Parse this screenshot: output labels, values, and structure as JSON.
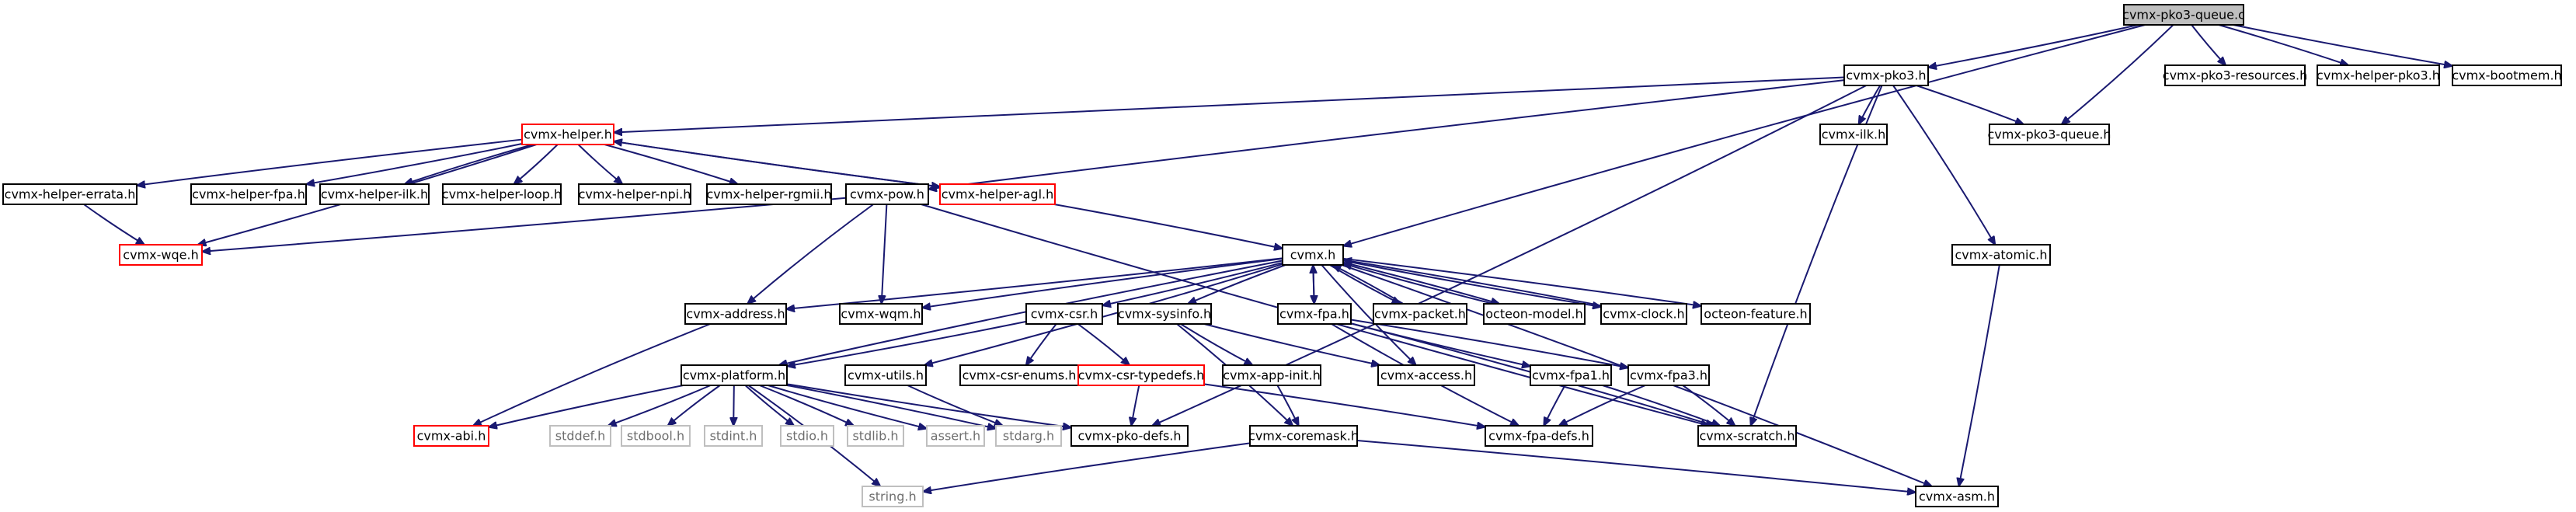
{
  "nodes": [
    {
      "id": "cvmx_pko3_queue_c",
      "label": "cvmx-pko3-queue.c",
      "style": "root"
    },
    {
      "id": "cvmx_pko3_h",
      "label": "cvmx-pko3.h",
      "style": "normal"
    },
    {
      "id": "cvmx_pko3_resources_h",
      "label": "cvmx-pko3-resources.h",
      "style": "normal"
    },
    {
      "id": "cvmx_helper_pko3_h",
      "label": "cvmx-helper-pko3.h",
      "style": "normal"
    },
    {
      "id": "cvmx_bootmem_h",
      "label": "cvmx-bootmem.h",
      "style": "normal"
    },
    {
      "id": "cvmx_helper_h",
      "label": "cvmx-helper.h",
      "style": "red"
    },
    {
      "id": "cvmx_ilk_h",
      "label": "cvmx-ilk.h",
      "style": "normal"
    },
    {
      "id": "cvmx_pko3_queue_h",
      "label": "cvmx-pko3-queue.h",
      "style": "normal"
    },
    {
      "id": "cvmx_helper_errata_h",
      "label": "cvmx-helper-errata.h",
      "style": "normal"
    },
    {
      "id": "cvmx_helper_fpa_h",
      "label": "cvmx-helper-fpa.h",
      "style": "normal"
    },
    {
      "id": "cvmx_helper_ilk_h",
      "label": "cvmx-helper-ilk.h",
      "style": "normal"
    },
    {
      "id": "cvmx_helper_loop_h",
      "label": "cvmx-helper-loop.h",
      "style": "normal"
    },
    {
      "id": "cvmx_helper_npi_h",
      "label": "cvmx-helper-npi.h",
      "style": "normal"
    },
    {
      "id": "cvmx_helper_rgmii_h",
      "label": "cvmx-helper-rgmii.h",
      "style": "normal"
    },
    {
      "id": "cvmx_pow_h",
      "label": "cvmx-pow.h",
      "style": "normal"
    },
    {
      "id": "cvmx_helper_agl_h",
      "label": "cvmx-helper-agl.h",
      "style": "red"
    },
    {
      "id": "cvmx_wqe_h",
      "label": "cvmx-wqe.h",
      "style": "red"
    },
    {
      "id": "cvmx_h",
      "label": "cvmx.h",
      "style": "normal"
    },
    {
      "id": "cvmx_atomic_h",
      "label": "cvmx-atomic.h",
      "style": "normal"
    },
    {
      "id": "cvmx_address_h",
      "label": "cvmx-address.h",
      "style": "normal"
    },
    {
      "id": "cvmx_wqm_h",
      "label": "cvmx-wqm.h",
      "style": "normal"
    },
    {
      "id": "cvmx_csr_h",
      "label": "cvmx-csr.h",
      "style": "normal"
    },
    {
      "id": "cvmx_sysinfo_h",
      "label": "cvmx-sysinfo.h",
      "style": "normal"
    },
    {
      "id": "cvmx_fpa_h",
      "label": "cvmx-fpa.h",
      "style": "normal"
    },
    {
      "id": "cvmx_packet_h",
      "label": "cvmx-packet.h",
      "style": "normal"
    },
    {
      "id": "octeon_model_h",
      "label": "octeon-model.h",
      "style": "normal"
    },
    {
      "id": "cvmx_clock_h",
      "label": "cvmx-clock.h",
      "style": "normal"
    },
    {
      "id": "octeon_feature_h",
      "label": "octeon-feature.h",
      "style": "normal"
    },
    {
      "id": "cvmx_platform_h",
      "label": "cvmx-platform.h",
      "style": "normal"
    },
    {
      "id": "cvmx_utils_h",
      "label": "cvmx-utils.h",
      "style": "normal"
    },
    {
      "id": "cvmx_csr_enums_h",
      "label": "cvmx-csr-enums.h",
      "style": "normal"
    },
    {
      "id": "cvmx_csr_typedefs_h",
      "label": "cvmx-csr-typedefs.h",
      "style": "red"
    },
    {
      "id": "cvmx_app_init_h",
      "label": "cvmx-app-init.h",
      "style": "normal"
    },
    {
      "id": "cvmx_access_h",
      "label": "cvmx-access.h",
      "style": "normal"
    },
    {
      "id": "cvmx_fpa1_h",
      "label": "cvmx-fpa1.h",
      "style": "normal"
    },
    {
      "id": "cvmx_fpa3_h",
      "label": "cvmx-fpa3.h",
      "style": "normal"
    },
    {
      "id": "cvmx_abi_h",
      "label": "cvmx-abi.h",
      "style": "red"
    },
    {
      "id": "stddef_h",
      "label": "stddef.h",
      "style": "gray"
    },
    {
      "id": "stdbool_h",
      "label": "stdbool.h",
      "style": "gray"
    },
    {
      "id": "stdint_h",
      "label": "stdint.h",
      "style": "gray"
    },
    {
      "id": "stdio_h",
      "label": "stdio.h",
      "style": "gray"
    },
    {
      "id": "stdlib_h",
      "label": "stdlib.h",
      "style": "gray"
    },
    {
      "id": "assert_h",
      "label": "assert.h",
      "style": "gray"
    },
    {
      "id": "stdarg_h",
      "label": "stdarg.h",
      "style": "gray"
    },
    {
      "id": "cvmx_pko_defs_h",
      "label": "cvmx-pko-defs.h",
      "style": "normal"
    },
    {
      "id": "cvmx_coremask_h",
      "label": "cvmx-coremask.h",
      "style": "normal"
    },
    {
      "id": "cvmx_fpa_defs_h",
      "label": "cvmx-fpa-defs.h",
      "style": "normal"
    },
    {
      "id": "cvmx_scratch_h",
      "label": "cvmx-scratch.h",
      "style": "normal"
    },
    {
      "id": "string_h",
      "label": "string.h",
      "style": "gray"
    },
    {
      "id": "cvmx_asm_h",
      "label": "cvmx-asm.h",
      "style": "normal"
    }
  ],
  "edges": [
    [
      "cvmx_pko3_queue_c",
      "cvmx_pko3_h"
    ],
    [
      "cvmx_pko3_queue_c",
      "cvmx_pko3_resources_h"
    ],
    [
      "cvmx_pko3_queue_c",
      "cvmx_helper_pko3_h"
    ],
    [
      "cvmx_pko3_queue_c",
      "cvmx_bootmem_h"
    ],
    [
      "cvmx_pko3_queue_c",
      "cvmx_pko3_queue_h"
    ],
    [
      "cvmx_pko3_queue_c",
      "cvmx_h"
    ],
    [
      "cvmx_pko3_h",
      "cvmx_helper_h"
    ],
    [
      "cvmx_pko3_h",
      "cvmx_ilk_h"
    ],
    [
      "cvmx_pko3_h",
      "cvmx_pko3_queue_h"
    ],
    [
      "cvmx_pko3_h",
      "cvmx_pow_h"
    ],
    [
      "cvmx_pko3_h",
      "cvmx_atomic_h"
    ],
    [
      "cvmx_pko3_h",
      "cvmx_scratch_h"
    ],
    [
      "cvmx_pko3_h",
      "cvmx_pko_defs_h"
    ],
    [
      "cvmx_helper_h",
      "cvmx_helper_errata_h"
    ],
    [
      "cvmx_helper_h",
      "cvmx_helper_fpa_h"
    ],
    [
      "cvmx_helper_h",
      "cvmx_helper_ilk_h"
    ],
    [
      "cvmx_helper_h",
      "cvmx_helper_loop_h"
    ],
    [
      "cvmx_helper_h",
      "cvmx_helper_npi_h"
    ],
    [
      "cvmx_helper_h",
      "cvmx_helper_rgmii_h"
    ],
    [
      "cvmx_helper_h",
      "cvmx_helper_agl_h"
    ],
    [
      "cvmx_helper_h",
      "cvmx_wqe_h"
    ],
    [
      "cvmx_helper_agl_h",
      "cvmx_helper_h"
    ],
    [
      "cvmx_helper_agl_h",
      "cvmx_h"
    ],
    [
      "cvmx_helper_errata_h",
      "cvmx_wqe_h"
    ],
    [
      "cvmx_pow_h",
      "cvmx_wqe_h"
    ],
    [
      "cvmx_pow_h",
      "cvmx_address_h"
    ],
    [
      "cvmx_pow_h",
      "cvmx_wqm_h"
    ],
    [
      "cvmx_pow_h",
      "cvmx_scratch_h"
    ],
    [
      "cvmx_h",
      "cvmx_address_h"
    ],
    [
      "cvmx_h",
      "cvmx_wqm_h"
    ],
    [
      "cvmx_h",
      "cvmx_csr_h"
    ],
    [
      "cvmx_h",
      "cvmx_sysinfo_h"
    ],
    [
      "cvmx_h",
      "cvmx_fpa_h"
    ],
    [
      "cvmx_h",
      "cvmx_packet_h"
    ],
    [
      "cvmx_h",
      "octeon_model_h"
    ],
    [
      "cvmx_h",
      "cvmx_clock_h"
    ],
    [
      "cvmx_h",
      "octeon_feature_h"
    ],
    [
      "cvmx_h",
      "cvmx_platform_h"
    ],
    [
      "cvmx_h",
      "cvmx_utils_h"
    ],
    [
      "cvmx_h",
      "cvmx_access_h"
    ],
    [
      "cvmx_h",
      "cvmx_asm_h"
    ],
    [
      "cvmx_fpa_h",
      "cvmx_h"
    ],
    [
      "cvmx_clock_h",
      "cvmx_h"
    ],
    [
      "octeon_model_h",
      "cvmx_h"
    ],
    [
      "cvmx_packet_h",
      "cvmx_h"
    ],
    [
      "cvmx_fpa_h",
      "cvmx_fpa1_h"
    ],
    [
      "cvmx_fpa_h",
      "cvmx_fpa3_h"
    ],
    [
      "cvmx_fpa_h",
      "cvmx_fpa_defs_h"
    ],
    [
      "cvmx_fpa_h",
      "cvmx_scratch_h"
    ],
    [
      "cvmx_fpa1_h",
      "cvmx_fpa_defs_h"
    ],
    [
      "cvmx_fpa1_h",
      "cvmx_scratch_h"
    ],
    [
      "cvmx_fpa3_h",
      "cvmx_fpa_defs_h"
    ],
    [
      "cvmx_fpa3_h",
      "cvmx_scratch_h"
    ],
    [
      "cvmx_address_h",
      "cvmx_abi_h"
    ],
    [
      "cvmx_csr_h",
      "cvmx_platform_h"
    ],
    [
      "cvmx_csr_h",
      "cvmx_csr_enums_h"
    ],
    [
      "cvmx_csr_h",
      "cvmx_csr_typedefs_h"
    ],
    [
      "cvmx_csr_typedefs_h",
      "cvmx_pko_defs_h"
    ],
    [
      "cvmx_csr_typedefs_h",
      "cvmx_fpa_defs_h"
    ],
    [
      "cvmx_sysinfo_h",
      "cvmx_app_init_h"
    ],
    [
      "cvmx_sysinfo_h",
      "cvmx_coremask_h"
    ],
    [
      "cvmx_sysinfo_h",
      "cvmx_access_h"
    ],
    [
      "cvmx_app_init_h",
      "cvmx_coremask_h"
    ],
    [
      "cvmx_coremask_h",
      "string_h"
    ],
    [
      "cvmx_coremask_h",
      "cvmx_asm_h"
    ],
    [
      "cvmx_platform_h",
      "cvmx_abi_h"
    ],
    [
      "cvmx_platform_h",
      "stddef_h"
    ],
    [
      "cvmx_platform_h",
      "stdbool_h"
    ],
    [
      "cvmx_platform_h",
      "stdint_h"
    ],
    [
      "cvmx_platform_h",
      "stdio_h"
    ],
    [
      "cvmx_platform_h",
      "stdlib_h"
    ],
    [
      "cvmx_platform_h",
      "assert_h"
    ],
    [
      "cvmx_platform_h",
      "stdarg_h"
    ],
    [
      "cvmx_platform_h",
      "cvmx_pko_defs_h"
    ],
    [
      "cvmx_platform_h",
      "string_h"
    ],
    [
      "cvmx_utils_h",
      "stdarg_h"
    ],
    [
      "cvmx_atomic_h",
      "cvmx_asm_h"
    ]
  ]
}
